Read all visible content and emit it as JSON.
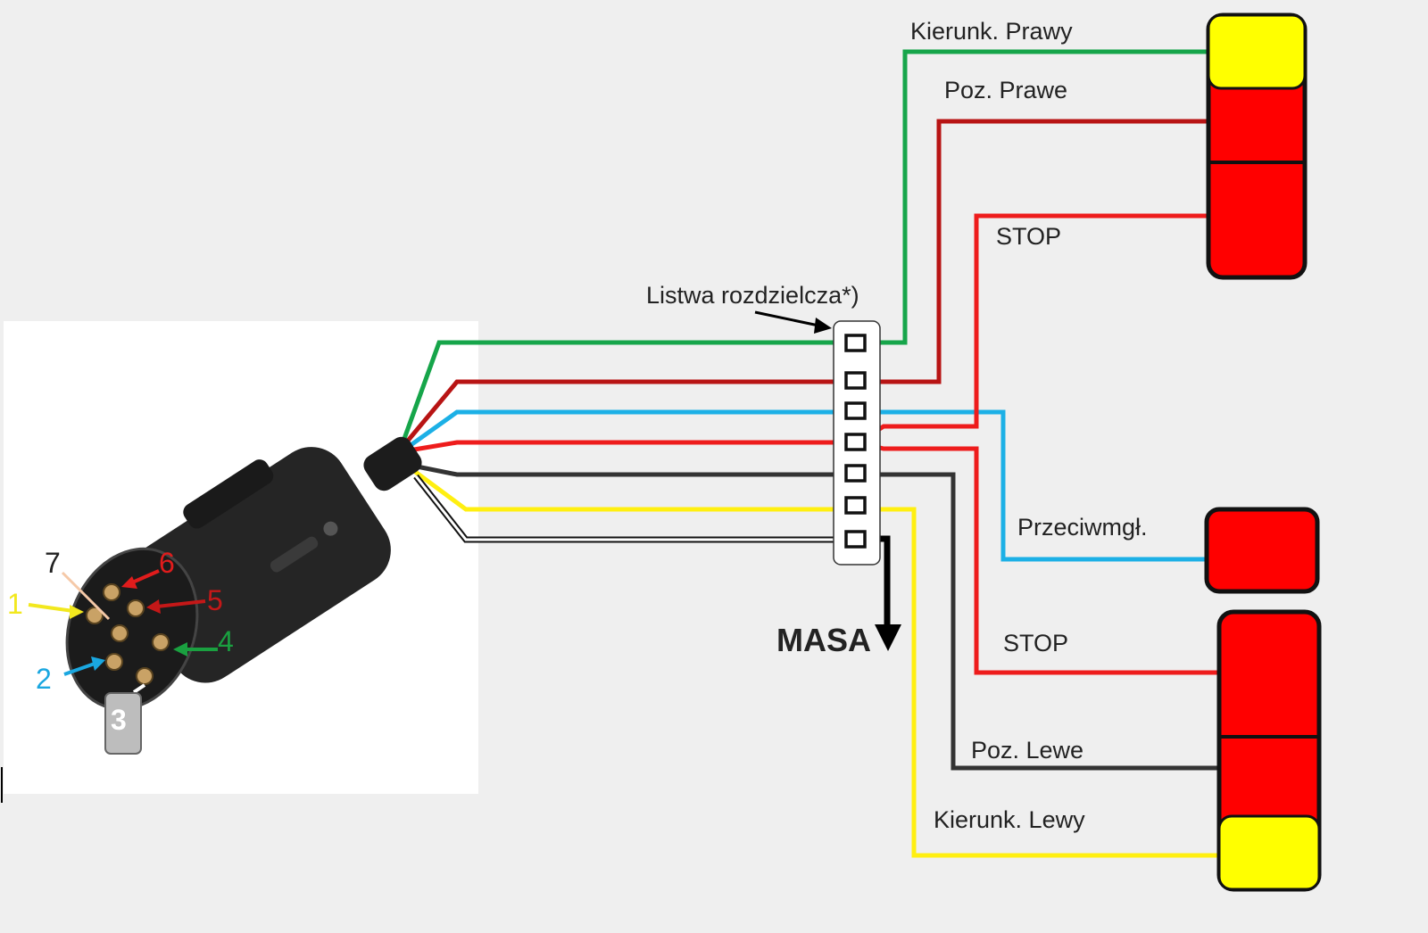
{
  "labels": {
    "right_indicator": "Kierunk. Prawy",
    "right_position": "Poz. Prawe",
    "stop_top": "STOP",
    "junction_box": "Listwa rozdzielcza*)",
    "ground": "MASA",
    "fog": "Przeciwmgł.",
    "stop_bottom": "STOP",
    "left_position": "Poz. Lewe",
    "left_indicator": "Kierunk. Lewy"
  },
  "pins": [
    {
      "number": "1",
      "color": "#f2e81e"
    },
    {
      "number": "2",
      "color": "#1aa7e0"
    },
    {
      "number": "3",
      "color": "#ffffff"
    },
    {
      "number": "4",
      "color": "#1aa040"
    },
    {
      "number": "5",
      "color": "#c41818"
    },
    {
      "number": "6",
      "color": "#e01c1c"
    },
    {
      "number": "7",
      "color": "#222222"
    }
  ],
  "wire_colors": {
    "green": "#16a54a",
    "dark_red": "#b81414",
    "blue": "#1cb0e6",
    "red": "#ee1c1c",
    "black": "#333333",
    "yellow": "#ffef10",
    "white": "#ffffff"
  },
  "lamp_colors": {
    "amber": "#ffff00",
    "red": "#ff0000",
    "outline": "#111111"
  }
}
